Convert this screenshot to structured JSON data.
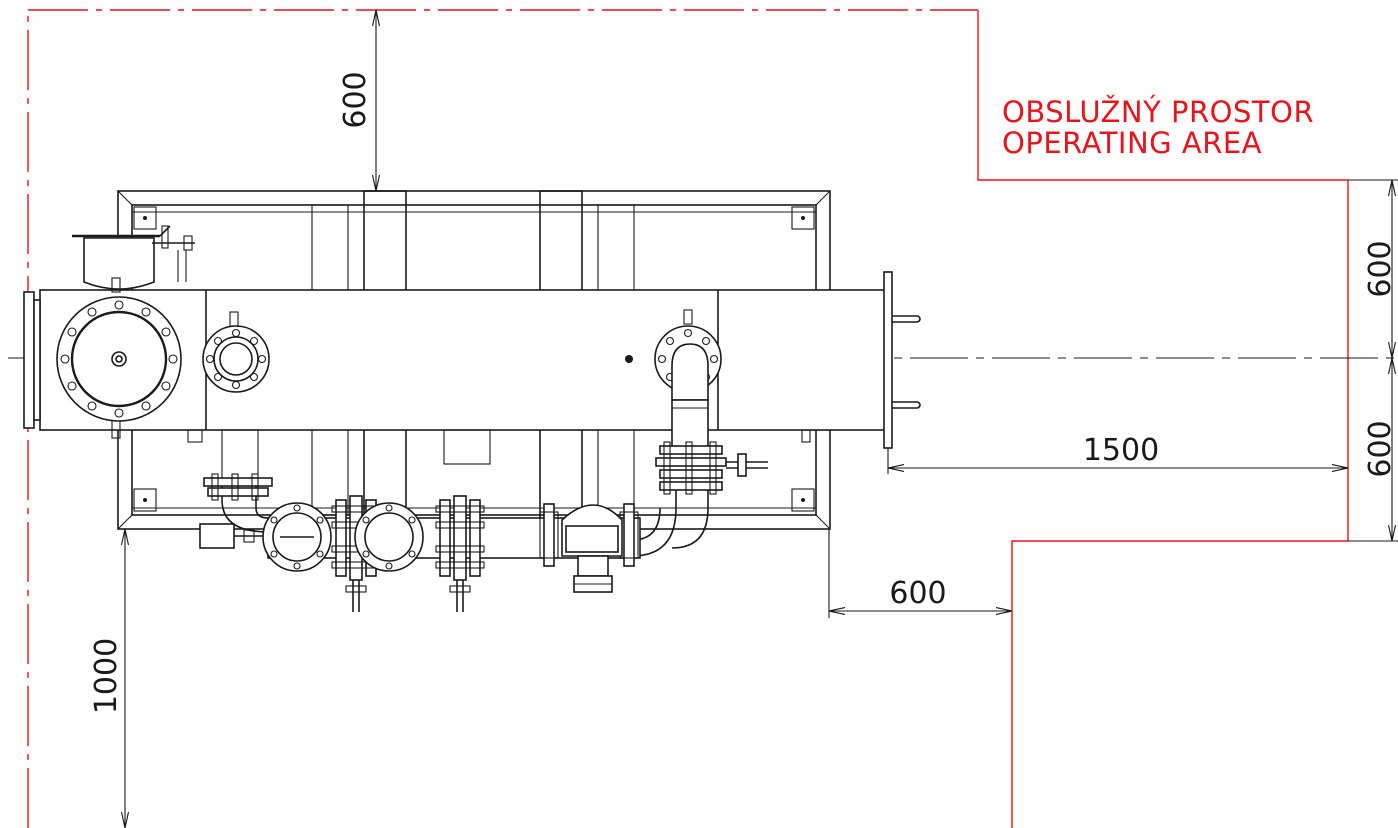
{
  "operating_area": {
    "line1": "OBSLUŽNÝ PROSTOR",
    "line2": "OPERATING AREA",
    "color": "#e8141c"
  },
  "dimensions": {
    "top_clearance": "600",
    "right_upper": "600",
    "right_lower": "600",
    "horizontal_right": "1500",
    "horizontal_bottom": "600",
    "left_clearance": "1000"
  },
  "colors": {
    "linework": "#1a1a1a",
    "background": "#ffffff"
  }
}
